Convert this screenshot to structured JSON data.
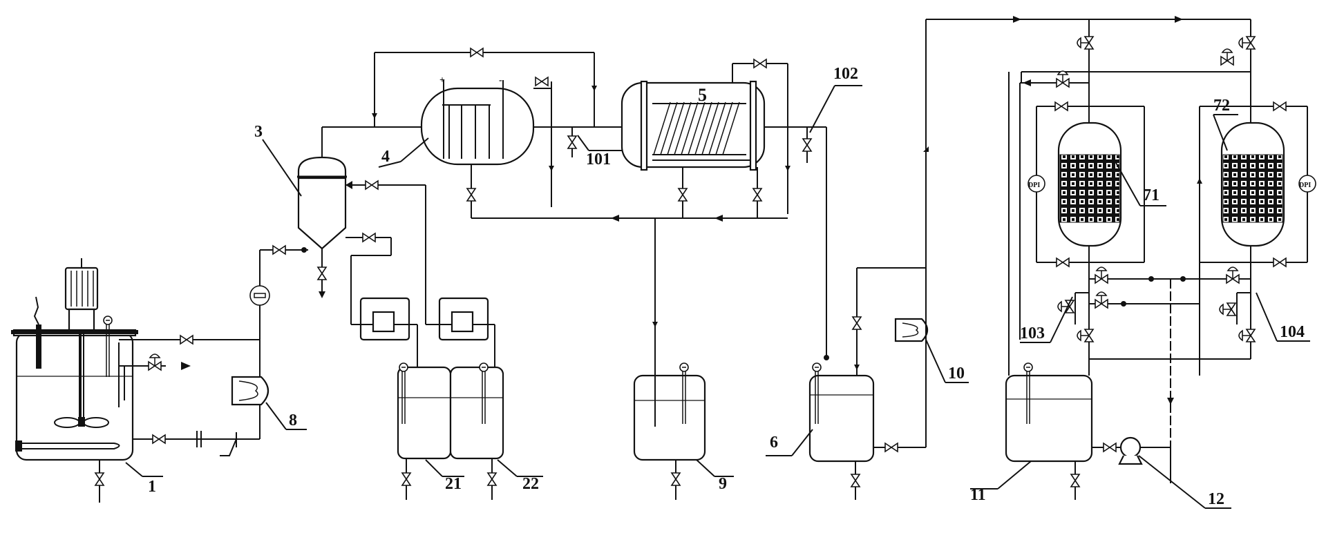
{
  "labels": {
    "tank_1": "1",
    "separator_3": "3",
    "heater_4": "4",
    "reactor_5": "5",
    "tank_6": "6",
    "column_71": "71",
    "column_72": "72",
    "pump_8": "8",
    "tank_9": "9",
    "pump_10": "10",
    "tank_11": "11",
    "pump_12": "12",
    "tank_21": "21",
    "tank_22": "22",
    "valve_101": "101",
    "valve_102": "102",
    "valve_103": "103",
    "valve_104": "104"
  },
  "gauge_glyph": "DPI",
  "colors": {
    "line": "#111111",
    "background": "#ffffff"
  }
}
